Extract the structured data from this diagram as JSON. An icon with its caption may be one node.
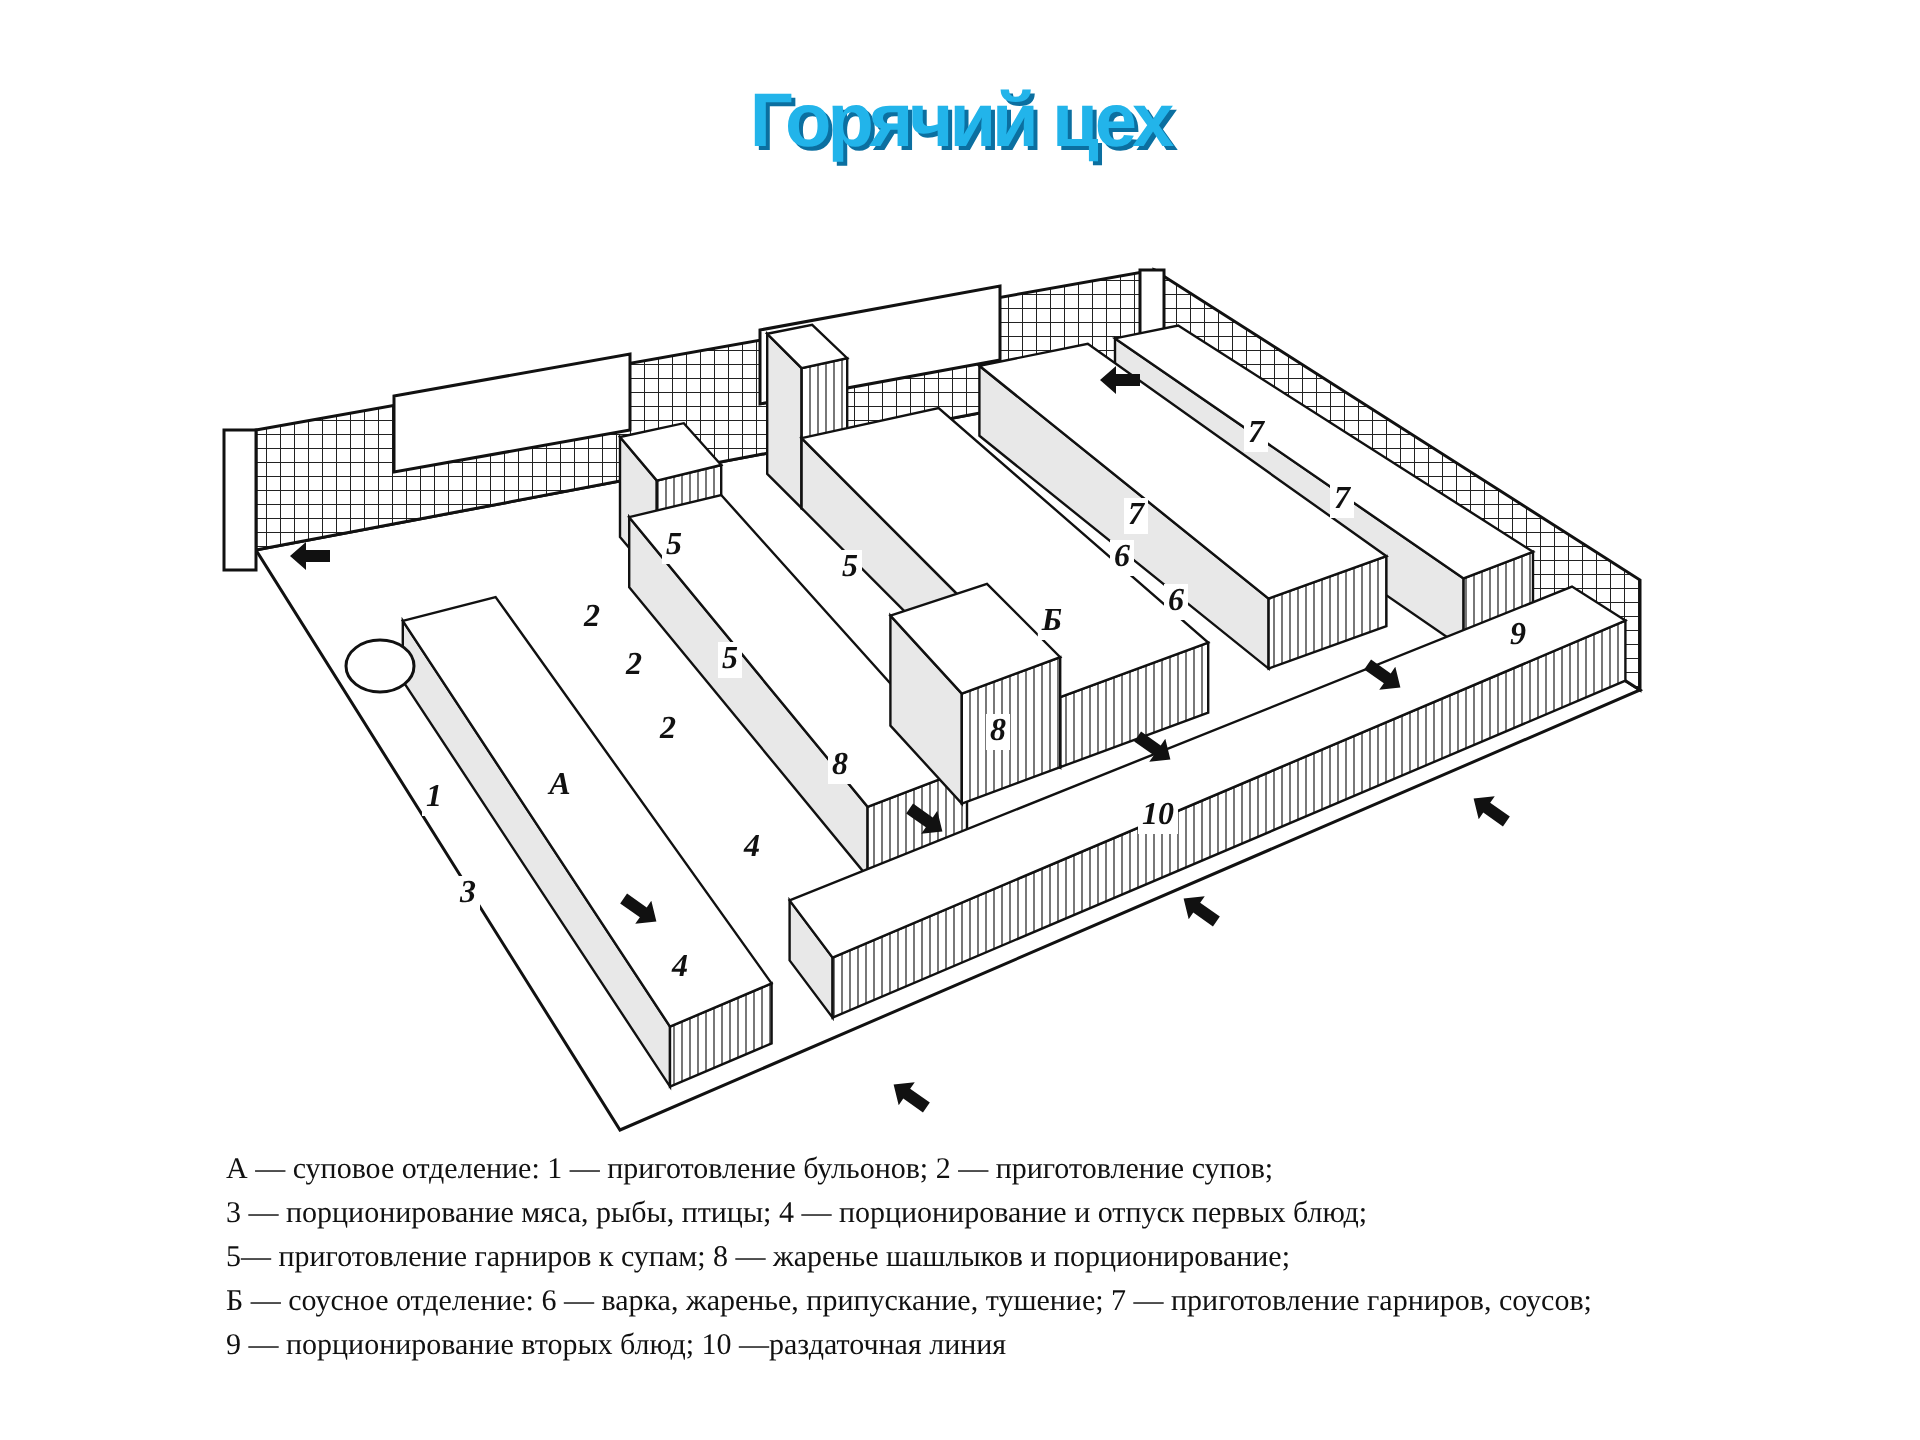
{
  "diagram": {
    "title": "Горячий цех",
    "labels": [
      "7",
      "7",
      "5",
      "5",
      "7",
      "6",
      "2",
      "Б",
      "6",
      "9",
      "2",
      "5",
      "2",
      "8",
      "1",
      "А",
      "8",
      "4",
      "10",
      "3",
      "4",
      "А — суповое отделение: 1 — приготовление бульонов; 2 — приготовление супов;",
      "3 — порционирование мяса, рыбы, птицы; 4 — порционирование и отпуск первых блюд;",
      "5— приготовление гарниров к супам; 8 — жаренье шашлыков и порционирование;",
      "Б — соусное отделение: 6 — варка, жаренье, припускание, тушение; 7 — приготовление гарниров, соусов;",
      "9 — порционирование вторых блюд;  10 —раздаточная линия"
    ]
  }
}
